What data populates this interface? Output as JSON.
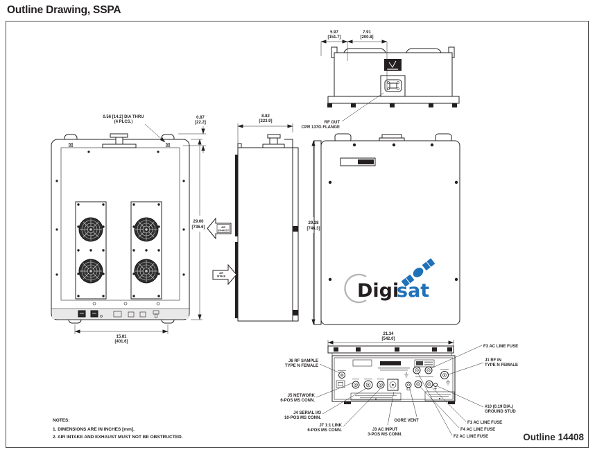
{
  "page": {
    "title": "Outline Drawing, SSPA",
    "outline_number": "Outline 14408"
  },
  "colors": {
    "line": "#231f20",
    "digisat_blue": "#1f71b8",
    "digisat_black": "#231f20",
    "digisat_gray": "#b5b7b9"
  },
  "watermark": {
    "part1": "Digi",
    "part2": "sat"
  },
  "notes": {
    "heading": "NOTES:",
    "note1": "1. DIMENSIONS ARE IN INCHES [mm].",
    "note2": "2. AIR INTAKE AND EXHAUST MUST NOT BE OBSTRUCTED."
  },
  "top_view": {
    "dim_left_in": "5.97",
    "dim_left_mm": "[151.7]",
    "dim_right_in": "7.91",
    "dim_right_mm": "[200.8]",
    "rf_out": "RF OUT",
    "rf_out_flange": "CPR 137G FLANGE"
  },
  "front_view": {
    "dia_thru": "0.56 [14.2] DIA THRU",
    "dia_thru2": "(4 PLCS.)",
    "offset_in": "0.87",
    "offset_mm": "[22.2]",
    "height_in": "29.00",
    "height_mm": "[736.6]",
    "width_in": "15.81",
    "width_mm": "[401.6]"
  },
  "side_view": {
    "depth_in": "8.82",
    "depth_mm": "[223.9]",
    "exhaust1": "AIR",
    "exhaust2": "EXHAUST",
    "intake1": "AIR",
    "intake2": "INTAKE"
  },
  "rear_view": {
    "height_in": "29.38",
    "height_mm": "[746.3]"
  },
  "bottom_view": {
    "width_in": "21.34",
    "width_mm": "[542.0]",
    "j6_1": "J6 RF SAMPLE",
    "j6_2": "TYPE N FEMALE",
    "j5_1": "J5 NETWORK",
    "j5_2": "6-POS MS CONN.",
    "j4_1": "J4 SERIAL I/O",
    "j4_2": "10-POS MS CONN.",
    "j7_1": "J7 1:1 LINK",
    "j7_2": "6-POS MS CONN.",
    "j3_1": "J3 AC INPUT",
    "j3_2": "3-POS MS CONN.",
    "gore_vent": "GORE VENT",
    "f3": "F3 AC LINE FUSE",
    "f1": "F1 AC LINE FUSE",
    "f4": "F4 AC LINE FUSE",
    "f2": "F2 AC LINE FUSE",
    "j1_1": "J1 RF IN",
    "j1_2": "TYPE N FEMALE",
    "ground_1": "#10 (0.19 DIA.)",
    "ground_2": "GROUND STUD"
  }
}
